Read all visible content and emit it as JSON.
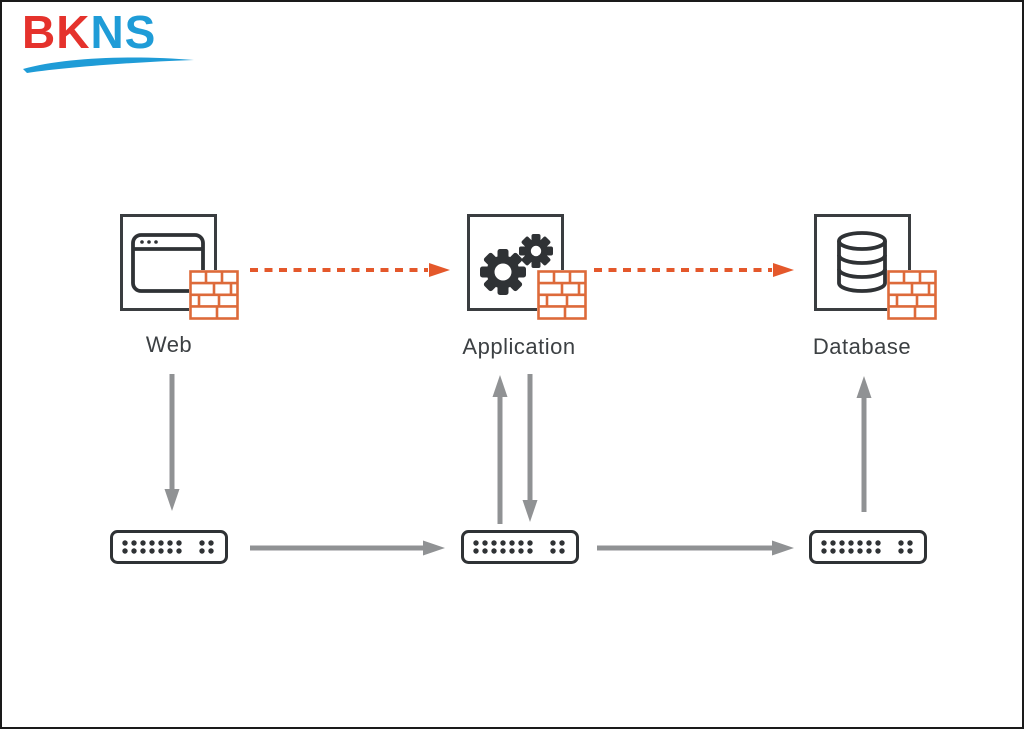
{
  "colors": {
    "logo-red": "#e5322c",
    "logo-blue": "#1f9cd7",
    "icon-dark": "#2f3235",
    "box-stroke": "#3a3d40",
    "label-text": "#3c4043",
    "firewall-orange": "#dd6a3a",
    "dash-orange": "#e4582b",
    "arrow-gray": "#909294"
  },
  "logo": {
    "text_red": "BK",
    "text_blue": "NS",
    "swoosh_icon": "swoosh-underline-icon"
  },
  "diagram": {
    "tiers": [
      {
        "label": "Web",
        "icon": "browser-window-icon",
        "firewall_icon": "firewall-brick-icon"
      },
      {
        "label": "Application",
        "icon": "gears-icon",
        "firewall_icon": "firewall-brick-icon"
      },
      {
        "label": "Database",
        "icon": "database-cylinder-icon",
        "firewall_icon": "firewall-brick-icon"
      }
    ],
    "top_connections": [
      {
        "from": "Web",
        "to": "Application",
        "style": "dashed-orange-arrow",
        "direction": "right"
      },
      {
        "from": "Application",
        "to": "Database",
        "style": "dashed-orange-arrow",
        "direction": "right"
      }
    ],
    "vertical_connections": [
      {
        "from": "Web",
        "to": "switch-1",
        "style": "solid-gray-arrow",
        "direction": "down"
      },
      {
        "from": "switch-2",
        "to": "Application",
        "style": "solid-gray-arrow",
        "direction": "up"
      },
      {
        "from": "Application",
        "to": "switch-2",
        "style": "solid-gray-arrow",
        "direction": "down"
      },
      {
        "from": "switch-3",
        "to": "Database",
        "style": "solid-gray-arrow",
        "direction": "up"
      }
    ],
    "switches": [
      {
        "name": "switch-1",
        "icon": "network-switch-icon"
      },
      {
        "name": "switch-2",
        "icon": "network-switch-icon"
      },
      {
        "name": "switch-3",
        "icon": "network-switch-icon"
      }
    ],
    "bottom_connections": [
      {
        "from": "switch-1",
        "to": "switch-2",
        "style": "solid-gray-arrow",
        "direction": "right"
      },
      {
        "from": "switch-2",
        "to": "switch-3",
        "style": "solid-gray-arrow",
        "direction": "right"
      }
    ]
  }
}
